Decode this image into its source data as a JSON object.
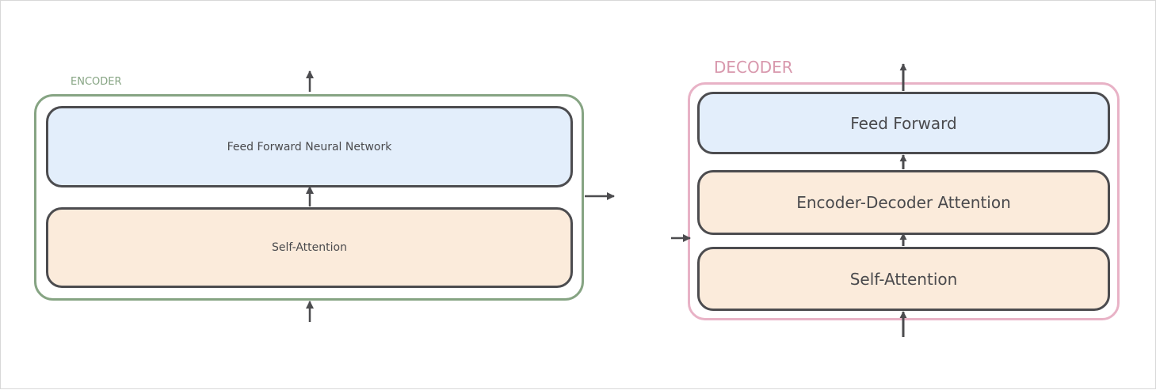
{
  "encoder": {
    "label": "ENCODER",
    "blocks": {
      "feed_forward": "Feed Forward Neural Network",
      "self_attention": "Self-Attention"
    }
  },
  "decoder": {
    "label": "DECODER",
    "blocks": {
      "feed_forward": "Feed Forward",
      "encoder_decoder_attention": "Encoder-Decoder Attention",
      "self_attention": "Self-Attention"
    }
  },
  "colors": {
    "encoder_border": "#86a483",
    "decoder_border": "#e8b2c6",
    "feed_forward_fill": "#e3eefb",
    "attention_fill": "#fbebdb",
    "block_border": "#4c4c4f",
    "arrow": "#4c4c4f"
  }
}
